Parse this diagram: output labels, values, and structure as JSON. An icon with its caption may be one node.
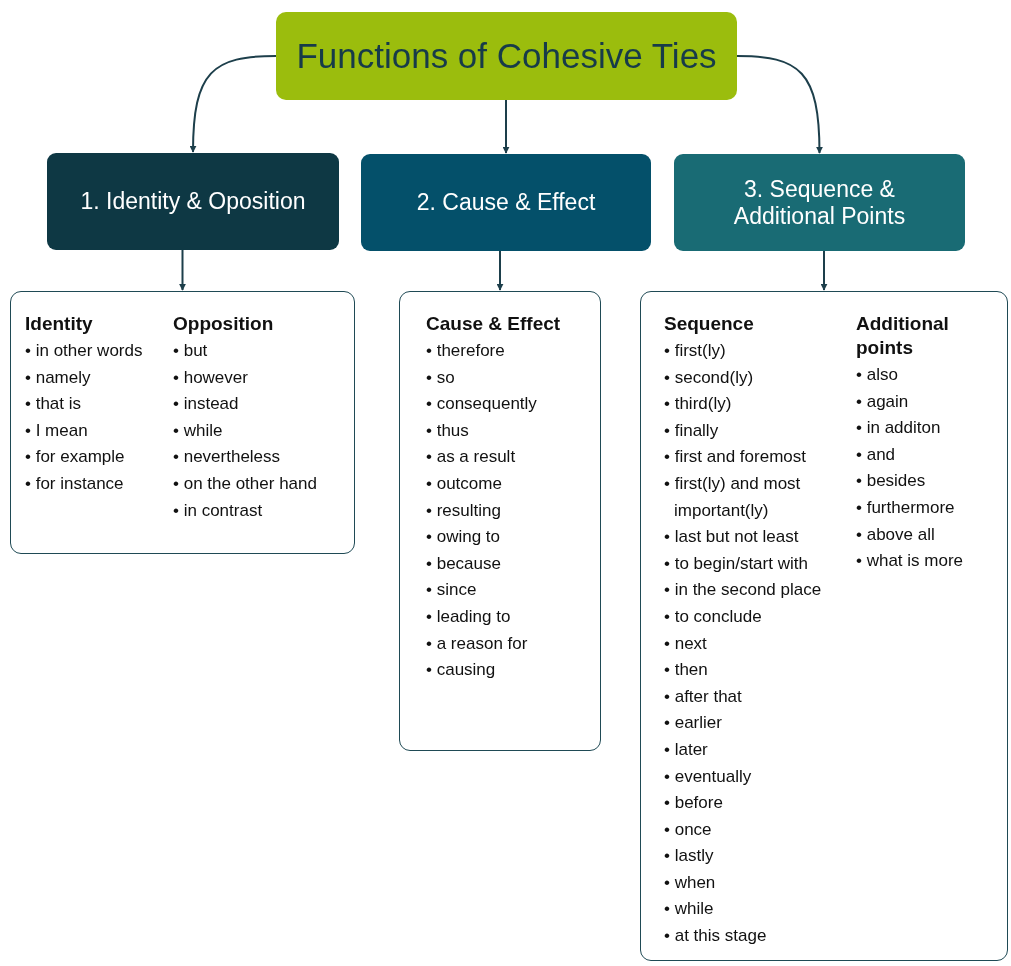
{
  "diagram": {
    "nodes": [
      {
        "text": [
          "Functions of Cohesive Ties"
        ]
      },
      {
        "text": [
          "1. Identity & Oposition"
        ]
      },
      {
        "text": [
          "2. Cause & Effect"
        ]
      },
      {
        "text": [
          "3. Sequence & Additional Points"
        ]
      },
      {
        "text": [
          "Identity",
          "• in other words",
          "• namely",
          "• that is",
          "• I mean",
          "• for example",
          "• for instance",
          "Opposition",
          "• but",
          "• however",
          "• instead",
          "• while",
          "• nevertheless",
          "• on the other hand",
          "• in contrast"
        ]
      },
      {
        "text": [
          "Cause & Effect",
          "• therefore",
          "• so",
          "• consequently",
          "• thus",
          "• as a result",
          "• outcome",
          "• resulting",
          "• owing to",
          "• because",
          "• since",
          "• leading to",
          "• a reason for",
          "• causing"
        ]
      },
      {
        "text": [
          "Sequence",
          "• first(ly)",
          "• second(ly)",
          "• third(ly)",
          "• finally",
          "• first and foremost",
          "• first(ly) and most important(ly)",
          "• last but not least",
          "• to begin/start with",
          "• in the second place",
          "• to conclude",
          "• next",
          "• then",
          "• after that",
          "• earlier",
          "• later",
          "• eventually",
          "• before",
          "• once",
          "• lastly",
          "• when",
          "• while",
          "• at this stage",
          "Additional points",
          "• also",
          "• again",
          "• in additon",
          "• and",
          "• besides",
          "• furthermore",
          "• above all",
          "• what is more"
        ]
      }
    ],
    "edges": [
      {
        "from": 0,
        "to": 1,
        "arrow": "to"
      },
      {
        "from": 0,
        "to": 2,
        "arrow": "to"
      },
      {
        "from": 0,
        "to": 3,
        "arrow": "to"
      },
      {
        "from": 1,
        "to": 4,
        "arrow": "to"
      },
      {
        "from": 2,
        "to": 5,
        "arrow": "to"
      },
      {
        "from": 3,
        "to": 6,
        "arrow": "to"
      }
    ]
  }
}
